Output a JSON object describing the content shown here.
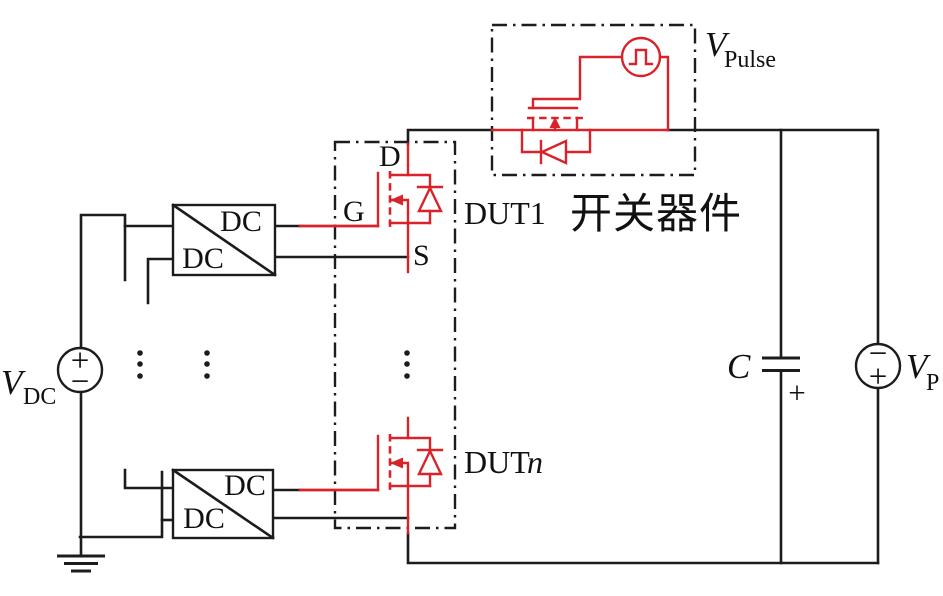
{
  "figure": {
    "type": "circuit-schematic",
    "colors": {
      "wire": "#1c1c1c",
      "device_red": "#d8232a",
      "background": "#ffffff"
    },
    "dc_source": {
      "label_main": "V",
      "label_sub": "DC",
      "polarity_top": "+",
      "polarity_bottom": "−"
    },
    "converters": [
      {
        "label_top": "DC",
        "label_bottom": "DC"
      },
      {
        "label_top": "DC",
        "label_bottom": "DC"
      }
    ],
    "dut1": {
      "label": "DUT1",
      "pin_drain": "D",
      "pin_gate": "G",
      "pin_source": "S"
    },
    "dutn": {
      "label_prefix": "DUT",
      "label_index": "n"
    },
    "pulse_source": {
      "label_main": "V",
      "label_sub": "Pulse"
    },
    "switch_box_caption": "开关器件",
    "capacitor": {
      "label": "C",
      "polarity": "+"
    },
    "p_source": {
      "label_main": "V",
      "label_sub": "P",
      "polarity_top": "−",
      "polarity_bottom": "+"
    }
  }
}
